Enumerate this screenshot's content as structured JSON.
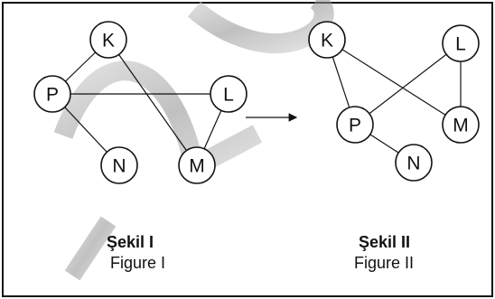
{
  "figures": [
    {
      "id": "fig1",
      "caption": "Şekil I",
      "subcaption": "Figure I",
      "nodes": [
        {
          "id": "K",
          "label": "K"
        },
        {
          "id": "P",
          "label": "P"
        },
        {
          "id": "L",
          "label": "L"
        },
        {
          "id": "N",
          "label": "N"
        },
        {
          "id": "M",
          "label": "M"
        }
      ],
      "edges": [
        [
          "K",
          "P"
        ],
        [
          "K",
          "M"
        ],
        [
          "P",
          "L"
        ],
        [
          "P",
          "N"
        ],
        [
          "L",
          "M"
        ]
      ]
    },
    {
      "id": "fig2",
      "caption": "Şekil II",
      "subcaption": "Figure II",
      "nodes": [
        {
          "id": "K",
          "label": "K"
        },
        {
          "id": "L",
          "label": "L"
        },
        {
          "id": "P",
          "label": "P"
        },
        {
          "id": "M",
          "label": "M"
        },
        {
          "id": "N",
          "label": "N"
        }
      ],
      "edges": [
        [
          "K",
          "P"
        ],
        [
          "K",
          "M"
        ],
        [
          "L",
          "P"
        ],
        [
          "L",
          "M"
        ],
        [
          "P",
          "N"
        ]
      ]
    }
  ],
  "colors": {
    "stroke": "#111111",
    "watermark": "#9a9a9a",
    "background": "#ffffff"
  }
}
